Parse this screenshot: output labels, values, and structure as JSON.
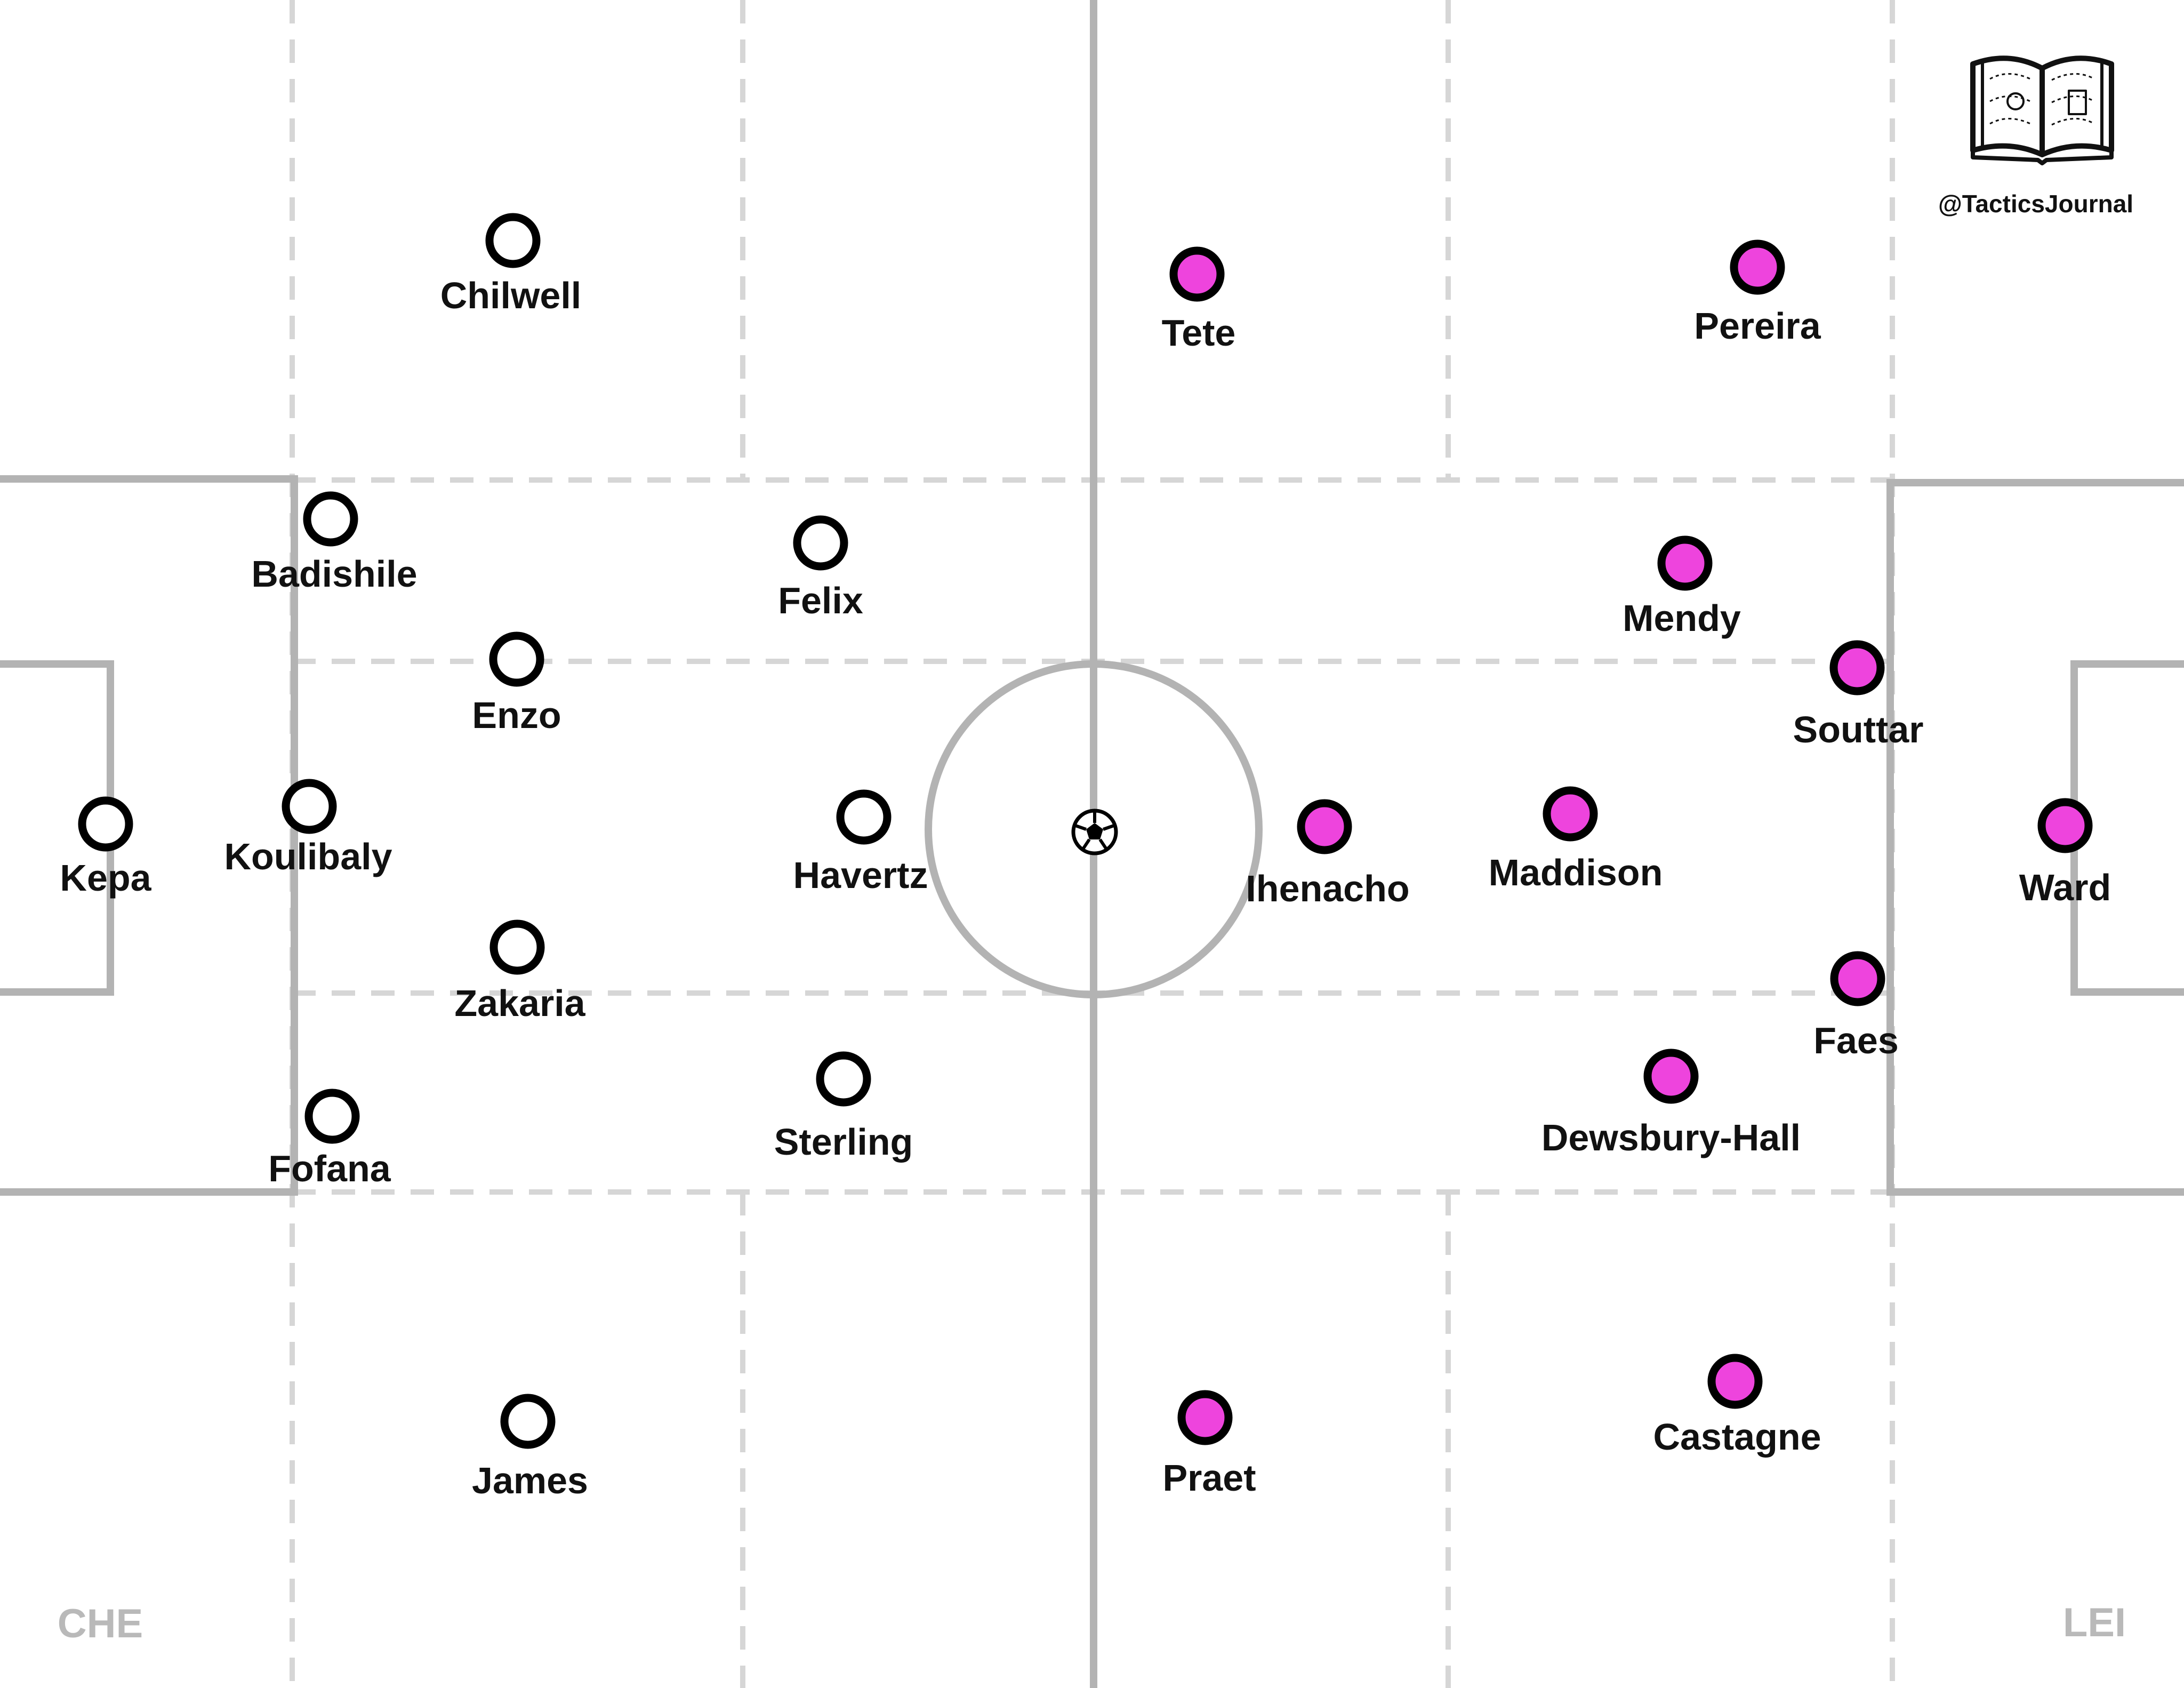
{
  "brand": {
    "handle": "@TacticsJournal",
    "logo_icon": "open-book-pitch-icon"
  },
  "teams": {
    "home": {
      "label": "CHE",
      "fill": "#ffffff",
      "stroke": "#000000"
    },
    "away": {
      "label": "LEI",
      "fill": "#ee44dd",
      "stroke": "#000000"
    }
  },
  "colors": {
    "pitch_line": "#b3b3b3",
    "zone_line": "#d6d6d6",
    "label_grey": "#b9b9b9",
    "background": "#ffffff"
  },
  "ball_icon": "soccer-ball-icon",
  "players": [
    {
      "name": "Kepa",
      "team": "home"
    },
    {
      "name": "Badishile",
      "team": "home"
    },
    {
      "name": "Koulibaly",
      "team": "home"
    },
    {
      "name": "Fofana",
      "team": "home"
    },
    {
      "name": "Chilwell",
      "team": "home"
    },
    {
      "name": "Enzo",
      "team": "home"
    },
    {
      "name": "Zakaria",
      "team": "home"
    },
    {
      "name": "James",
      "team": "home"
    },
    {
      "name": "Felix",
      "team": "home"
    },
    {
      "name": "Havertz",
      "team": "home"
    },
    {
      "name": "Sterling",
      "team": "home"
    },
    {
      "name": "Tete",
      "team": "away"
    },
    {
      "name": "Ihenacho",
      "team": "away"
    },
    {
      "name": "Praet",
      "team": "away"
    },
    {
      "name": "Pereira",
      "team": "away"
    },
    {
      "name": "Mendy",
      "team": "away"
    },
    {
      "name": "Maddison",
      "team": "away"
    },
    {
      "name": "Dewsbury-Hall",
      "team": "away"
    },
    {
      "name": "Castagne",
      "team": "away"
    },
    {
      "name": "Souttar",
      "team": "away"
    },
    {
      "name": "Faes",
      "team": "away"
    },
    {
      "name": "Ward",
      "team": "away"
    }
  ]
}
